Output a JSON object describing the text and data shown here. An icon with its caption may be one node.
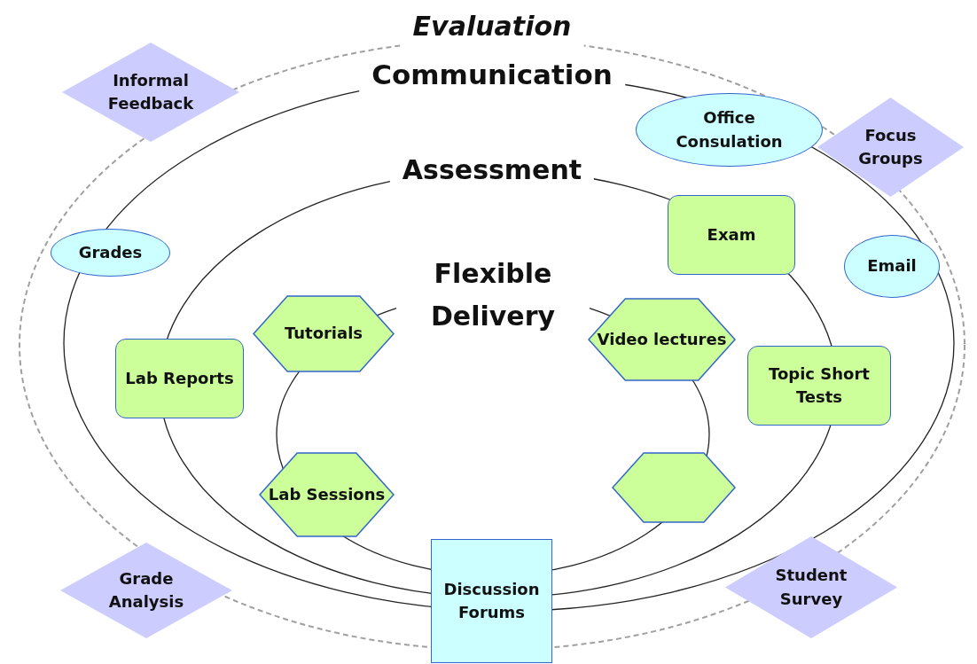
{
  "diagram": {
    "nodes": [
      {
        "text": [
          "Informal Feedback"
        ]
      },
      {
        "text": [
          "Office Consulation"
        ]
      },
      {
        "text": [
          "Focus Groups"
        ]
      },
      {
        "text": [
          "Grades"
        ]
      },
      {
        "text": [
          "Exam"
        ]
      },
      {
        "text": [
          "Email"
        ]
      },
      {
        "text": [
          "Tutorials"
        ]
      },
      {
        "text": [
          "Video lectures"
        ]
      },
      {
        "text": [
          "Lab Reports"
        ]
      },
      {
        "text": [
          "Topic Short Tests"
        ]
      },
      {
        "text": [
          "Lab Sessions"
        ]
      },
      {
        "text": [],
        "shape": "hexagon"
      },
      {
        "text": [
          "Grade Analysis"
        ]
      },
      {
        "text": [
          "Discussion Forums"
        ]
      },
      {
        "text": [
          "Student Survey"
        ]
      }
    ],
    "edges": [],
    "labels": [
      "Evaluation",
      "Communication",
      "Assessment",
      "Flexible Delivery"
    ]
  }
}
